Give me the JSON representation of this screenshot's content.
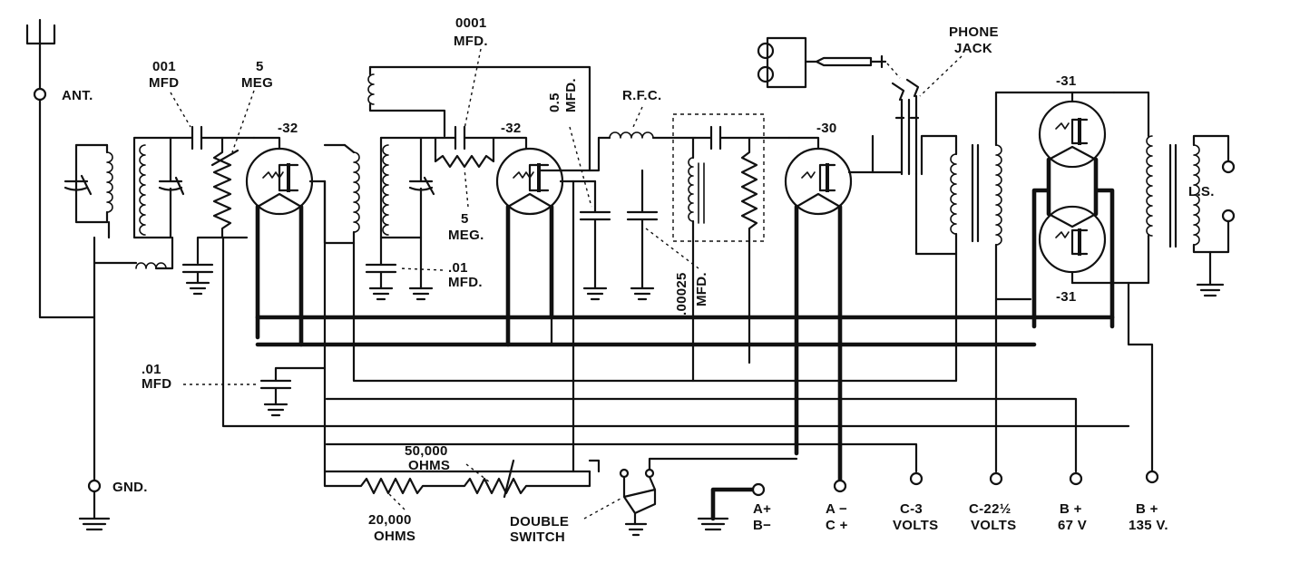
{
  "labels": {
    "ant": "ANT.",
    "gnd": "GND.",
    "cap_001_value": "001",
    "cap_001_unit": "MFD",
    "res_5meg_a_value": "5",
    "res_5meg_a_unit": "MEG",
    "tube_32_a": "-32",
    "cap_0001_value": "0001",
    "cap_0001_unit": "MFD.",
    "tube_32_b": "-32",
    "res_5meg_b_value": "5",
    "res_5meg_b_unit": "MEG.",
    "cap_01_b_value": ".01",
    "cap_01_b_unit": "MFD.",
    "cap_05_value": "0.5",
    "cap_05_unit": "MFD.",
    "rfc": "R.F.C.",
    "cap_00025_value": ".00025",
    "cap_00025_unit": "MFD.",
    "tube_30": "-30",
    "phone_jack_line1": "PHONE",
    "phone_jack_line2": "JACK",
    "tube_31_top": "-31",
    "tube_31_bottom": "-31",
    "ls": "L.S.",
    "cap_01_a_value": ".01",
    "cap_01_a_unit": "MFD",
    "res_50000_value": "50,000",
    "res_50000_unit": "OHMS",
    "res_20000_value": "20,000",
    "res_20000_unit": "OHMS",
    "double_switch_line1": "DOUBLE",
    "double_switch_line2": "SWITCH",
    "a_plus": "A+",
    "b_minus": "B−",
    "a_minus": "A −",
    "c_plus": "C +",
    "c3": "C-3",
    "c3_volts": "VOLTS",
    "c22": "C-22½",
    "c22_volts": "VOLTS",
    "b67": "B +",
    "b67_volts": "67 V",
    "b135": "B +",
    "b135_volts": "135 V."
  }
}
